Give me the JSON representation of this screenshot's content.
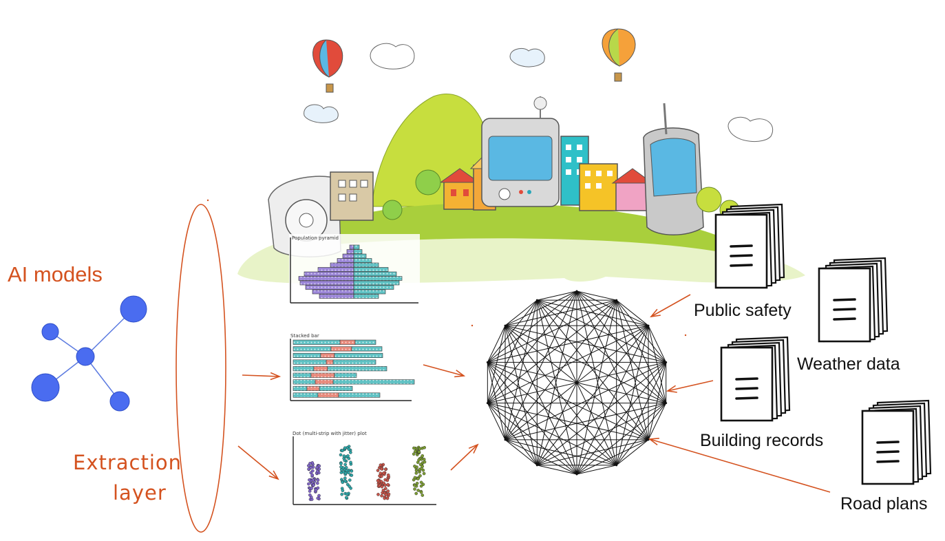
{
  "labels": {
    "ai_models": "AI models",
    "extraction_line1": "Extraction",
    "extraction_line2": "layer"
  },
  "mini_charts": [
    {
      "title": "Population pyramid"
    },
    {
      "title": "Stacked bar"
    },
    {
      "title": "Dot (multi-strip with jitter) plot"
    }
  ],
  "sources": [
    {
      "label": "Public safety"
    },
    {
      "label": "Weather data"
    },
    {
      "label": "Building records"
    },
    {
      "label": "Road plans"
    }
  ],
  "graph": {
    "nodes": 14
  },
  "colors": {
    "accent": "#d4521f",
    "network_node": "#4a6cf0",
    "network_edge": "#5b7ae0",
    "hill": "#b9d84a",
    "ground": "#e8f3c8"
  }
}
